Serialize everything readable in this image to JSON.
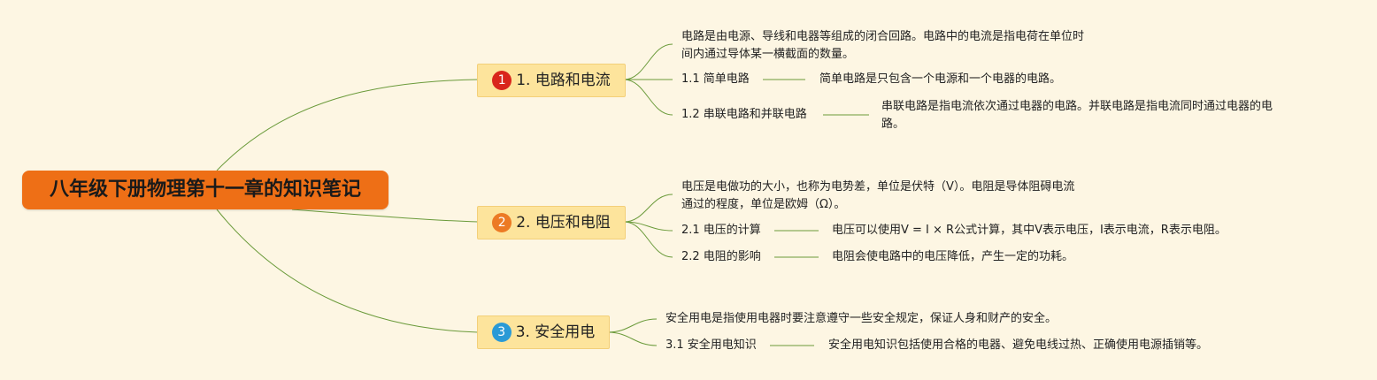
{
  "root": {
    "title": "八年级下册物理第十一章的知识笔记"
  },
  "topics": [
    {
      "badge": "1",
      "label": "1. 电路和电流",
      "desc_lines": [
        "电路是由电源、导线和电器等组成的闭合回路。电路中的电流是指电荷在单位时",
        "间内通过导体某一横截面的数量。"
      ],
      "subs": [
        {
          "label": "1.1 简单电路",
          "detail_lines": [
            "简单电路是只包含一个电源和一个电器的电路。"
          ]
        },
        {
          "label": "1.2 串联电路和并联电路",
          "detail_lines": [
            "串联电路是指电流依次通过电器的电路。并联电路是指电流同时通过电器的电",
            "路。"
          ]
        }
      ]
    },
    {
      "badge": "2",
      "label": "2. 电压和电阻",
      "desc_lines": [
        "电压是电做功的大小，也称为电势差，单位是伏特（V）。电阻是导体阻碍电流",
        "通过的程度，单位是欧姆（Ω）。"
      ],
      "subs": [
        {
          "label": "2.1 电压的计算",
          "detail_lines": [
            "电压可以使用V = I × R公式计算，其中V表示电压，I表示电流，R表示电阻。"
          ]
        },
        {
          "label": "2.2 电阻的影响",
          "detail_lines": [
            "电阻会使电路中的电压降低，产生一定的功耗。"
          ]
        }
      ]
    },
    {
      "badge": "3",
      "label": "3. 安全用电",
      "desc_lines": [
        "安全用电是指使用电器时要注意遵守一些安全规定，保证人身和财产的安全。"
      ],
      "subs": [
        {
          "label": "3.1 安全用电知识",
          "detail_lines": [
            "安全用电知识包括使用合格的电器、避免电线过热、正确使用电源插销等。"
          ]
        }
      ]
    }
  ],
  "colors": {
    "background": "#fdf6e3",
    "root_fill": "#ee6f16",
    "topic_fill": "#fde49c",
    "connector": "#6a9a3a",
    "badge_1": "#d9261c",
    "badge_2": "#ec7a24",
    "badge_3": "#2a9ad6"
  }
}
